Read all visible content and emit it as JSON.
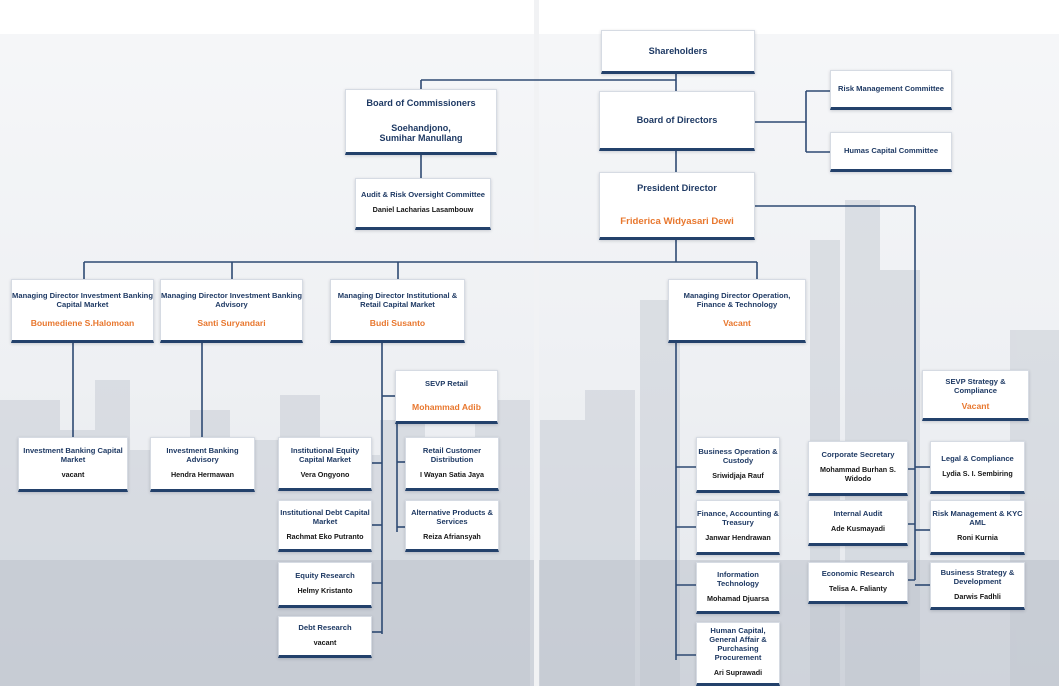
{
  "title": "",
  "shareholders": {
    "title": "Shareholders"
  },
  "board_of_commissioners": {
    "title": "Board of Commissioners",
    "name": "Soehandjono,\nSumihar Manullang"
  },
  "audit_risk_committee": {
    "title": "Audit & Risk Oversight Committee",
    "name": "Daniel Lacharias Lasambouw"
  },
  "board_of_directors": {
    "title": "Board of Directors"
  },
  "risk_management_committee": {
    "title": "Risk Management Committee"
  },
  "human_capital_committee": {
    "title": "Humas Capital Committee"
  },
  "president_director": {
    "title": "President Director",
    "name": "Friderica Widyasari Dewi"
  },
  "md_ib_capital_market": {
    "title": "Managing Director Investment Banking Capital Market",
    "name": "Boumediene S.Halomoan"
  },
  "md_ib_advisory": {
    "title": "Managing Director Investment Banking Advisory",
    "name": "Santi Suryandari"
  },
  "md_institutional_retail": {
    "title": "Managing Director Institutional & Retail Capital Market",
    "name": "Budi Susanto"
  },
  "md_operation_finance_tech": {
    "title": "Managing Director Operation, Finance & Technology",
    "name": "Vacant"
  },
  "sevp_retail": {
    "title": "SEVP Retail",
    "name": "Mohammad Adib"
  },
  "sevp_strategy_compliance": {
    "title": "SEVP Strategy & Compliance",
    "name": "Vacant"
  },
  "ib_capital_market": {
    "title": "Investment Banking Capital Market",
    "name": "vacant"
  },
  "ib_advisory": {
    "title": "Investment Banking Advisory",
    "name": "Hendra Hermawan"
  },
  "institutional_equity": {
    "title": "Institutional Equity Capital Market",
    "name": "Vera Ongyono"
  },
  "institutional_debt": {
    "title": "Institutional Debt Capital Market",
    "name": "Rachmat Eko Putranto"
  },
  "equity_research": {
    "title": "Equity Research",
    "name": "Helmy Kristanto"
  },
  "debt_research": {
    "title": "Debt Research",
    "name": "vacant"
  },
  "retail_customer_distribution": {
    "title": "Retail Customer Distribution",
    "name": "I Wayan Satia Jaya"
  },
  "alternative_products": {
    "title": "Alternative Products & Services",
    "name": "Reiza Afriansyah"
  },
  "business_operation_custody": {
    "title": "Business Operation & Custody",
    "name": "Sriwidjaja Rauf"
  },
  "finance_accounting_treasury": {
    "title": "Finance, Accounting & Treasury",
    "name": "Janwar Hendrawan"
  },
  "information_technology": {
    "title": "Information Technology",
    "name": "Mohamad Djuarsa"
  },
  "human_capital_ga_procurement": {
    "title": "Human Capital, General Affair & Purchasing Procurement",
    "name": "Ari Suprawadi"
  },
  "corporate_secretary": {
    "title": "Corporate Secretary",
    "name": "Mohammad Burhan S. Widodo"
  },
  "internal_audit": {
    "title": "Internal Audit",
    "name": "Ade Kusmayadi"
  },
  "economic_research": {
    "title": "Economic Research",
    "name": "Telisa A. Falianty"
  },
  "legal_compliance": {
    "title": "Legal & Compliance",
    "name": "Lydia S. I. Sembiring"
  },
  "risk_management_kyc": {
    "title": "Risk Management & KYC AML",
    "name": "Roni Kurnia"
  },
  "business_strategy_development": {
    "title": "Business Strategy & Development",
    "name": "Darwis Fadhli"
  },
  "colors": {
    "navy": "#23416b",
    "orange": "#e8772e",
    "line": "#2e4a73",
    "box": "#ffffff"
  }
}
